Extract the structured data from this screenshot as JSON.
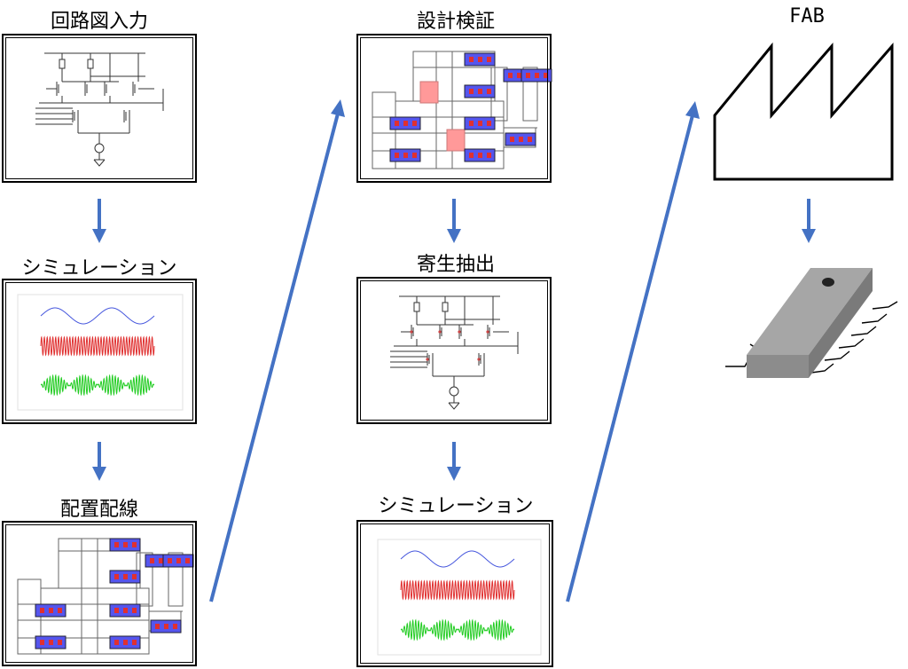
{
  "steps": {
    "schematic": "回路図入力",
    "simulation1": "シミュレーション",
    "layout": "配置配線",
    "verification": "設計検証",
    "extraction": "寄生抽出",
    "simulation2": "シミュレーション",
    "fab": "FAB"
  },
  "colors": {
    "arrow": "#4472C4",
    "wave_sine": "#4455DD",
    "wave_fast": "#E03030",
    "wave_am": "#22CC22",
    "contact_fill": "#5555EE",
    "contact_dot": "#E03030",
    "via": "#FF9999",
    "chip_top": "#A6A6A6",
    "chip_side": "#8C8C8C",
    "chip_end": "#7A7A7A"
  }
}
